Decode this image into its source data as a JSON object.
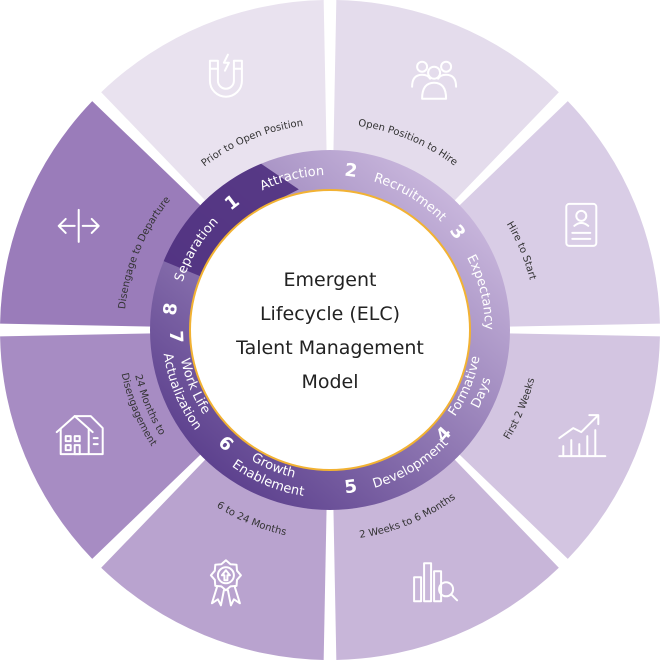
{
  "title": {
    "lines": [
      "Emergent",
      "Lifecycle (ELC)",
      "Talent Management",
      "Model"
    ]
  },
  "stages": [
    {
      "number": "1",
      "label": "Attraction",
      "label2": ""
    },
    {
      "number": "2",
      "label": "Recruitment",
      "label2": ""
    },
    {
      "number": "3",
      "label": "Expectancy",
      "label2": ""
    },
    {
      "number": "4",
      "label": "Formative",
      "label2": "Days"
    },
    {
      "number": "5",
      "label": "Development",
      "label2": ""
    },
    {
      "number": "6",
      "label": "Growth",
      "label2": "Enablement"
    },
    {
      "number": "7",
      "label": "Work Life",
      "label2": "Actualization"
    },
    {
      "number": "8",
      "label": "Separation",
      "label2": ""
    }
  ],
  "periods": [
    {
      "label": "Prior to Open Position",
      "label2": "",
      "icon": "magnet-icon"
    },
    {
      "label": "Open Position to Hire",
      "label2": "",
      "icon": "people-group-icon"
    },
    {
      "label": "Hire to Start",
      "label2": "",
      "icon": "document-icon"
    },
    {
      "label": "First 2 Weeks",
      "label2": "",
      "icon": "growth-chart-icon"
    },
    {
      "label": "2 Weeks to 6 Months",
      "label2": "",
      "icon": "bar-chart-magnifier-icon"
    },
    {
      "label": "6 to 24 Months",
      "label2": "",
      "icon": "award-ribbon-icon"
    },
    {
      "label": "24 Months to",
      "label2": "Disengagement",
      "icon": "house-icon"
    },
    {
      "label": "Disengage to Departure",
      "label2": "",
      "icon": "split-arrows-icon"
    }
  ],
  "colors": {
    "outer_segments": [
      "#e9e2ef",
      "#e4dcec",
      "#d9cde6",
      "#d3c5e1",
      "#c8b6d9",
      "#b9a3cf",
      "#a78cc3",
      "#9a7cba"
    ],
    "ring_gradient_start": "#cbb9de",
    "ring_gradient_end": "#5a3e8c",
    "ring_accent": "#4e2f7e",
    "center_border": "#f2b233",
    "icon_stroke": "#ffffff"
  }
}
